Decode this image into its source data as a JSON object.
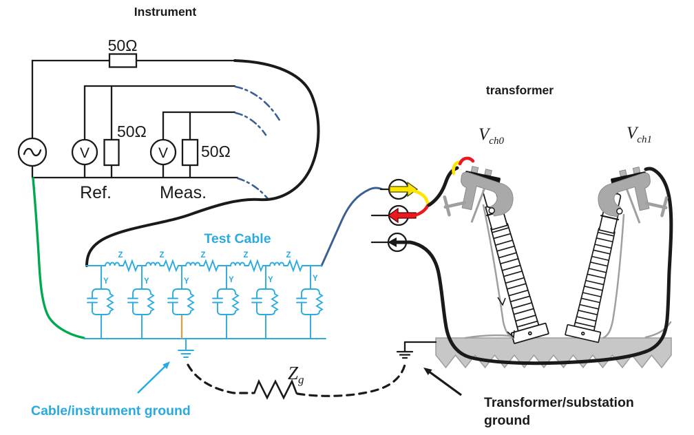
{
  "title_labels": {
    "instrument": "Instrument",
    "transformer": "transformer",
    "test_cable": "Test Cable",
    "cable_ground": "Cable/instrument ground",
    "transformer_ground_l1": "Transformer/substation",
    "transformer_ground_l2": "ground"
  },
  "instrument": {
    "voltmeter_label": "V",
    "ref_label": "Ref.",
    "meas_label": "Meas.",
    "resistors": {
      "top": "50Ω",
      "ref": "50Ω",
      "meas": "50Ω"
    }
  },
  "transformer": {
    "channel0": {
      "main": "V",
      "sub": "ch0"
    },
    "channel1": {
      "main": "V",
      "sub": "ch1"
    }
  },
  "test_cable_model": {
    "series_label": "Z",
    "shunt_label": "Y",
    "series_section_count": 5,
    "shunt_branch_count": 6
  },
  "ground_link": {
    "impedance": {
      "main": "Z",
      "sub": "g"
    }
  },
  "colors": {
    "ink": "#1a1a1a",
    "cyan": "#29abe2",
    "green": "#00a94f",
    "steel_blue": "#3a5f93",
    "yellow": "#ffe600",
    "red": "#e8191f",
    "orange": "#e09a3c",
    "clamp_gray": "#a9a9a9",
    "tank_gray": "#c7c7c7",
    "strap_gray": "#9f9f9f"
  }
}
